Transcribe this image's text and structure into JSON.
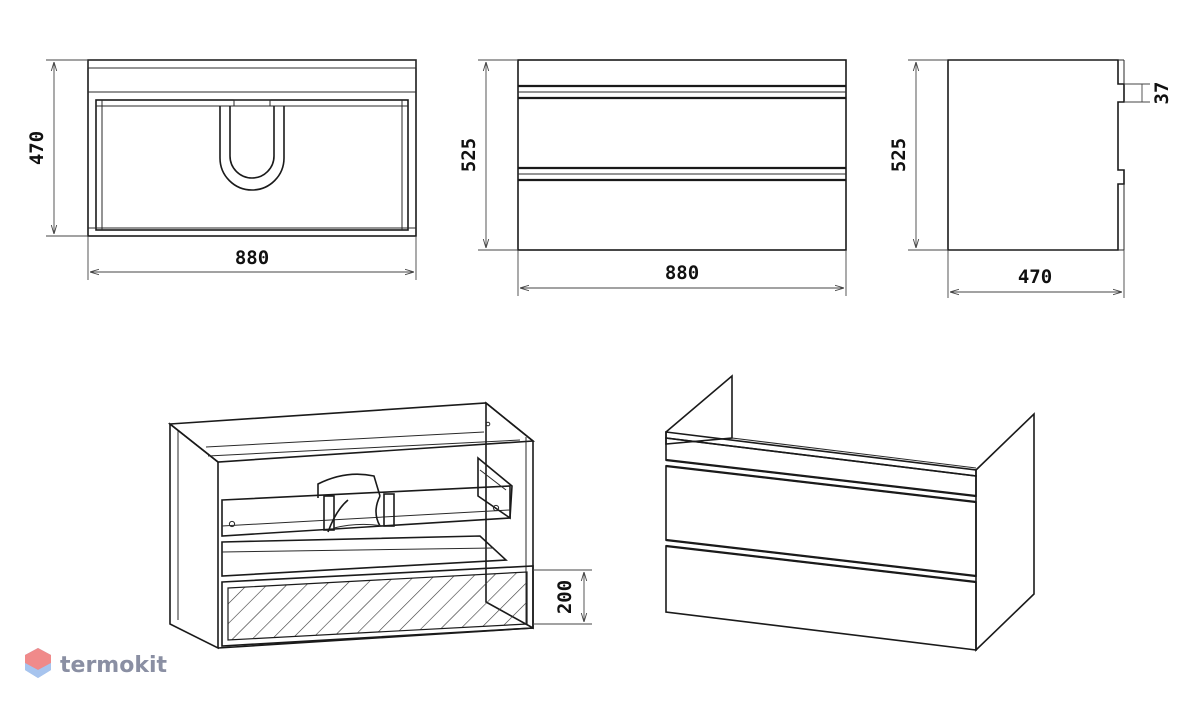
{
  "views": {
    "top": {
      "width_label": "880",
      "depth_label": "470"
    },
    "front": {
      "width_label": "880",
      "height_label": "525"
    },
    "side": {
      "depth_label": "470",
      "height_label": "525",
      "gap_label": "37"
    },
    "iso_open": {
      "drawer_height_label": "200"
    }
  },
  "watermark": {
    "text": "termokit",
    "text_color": "#8a8fa3",
    "logo_colors": [
      "#f08a8a",
      "#8fb6e8"
    ]
  }
}
